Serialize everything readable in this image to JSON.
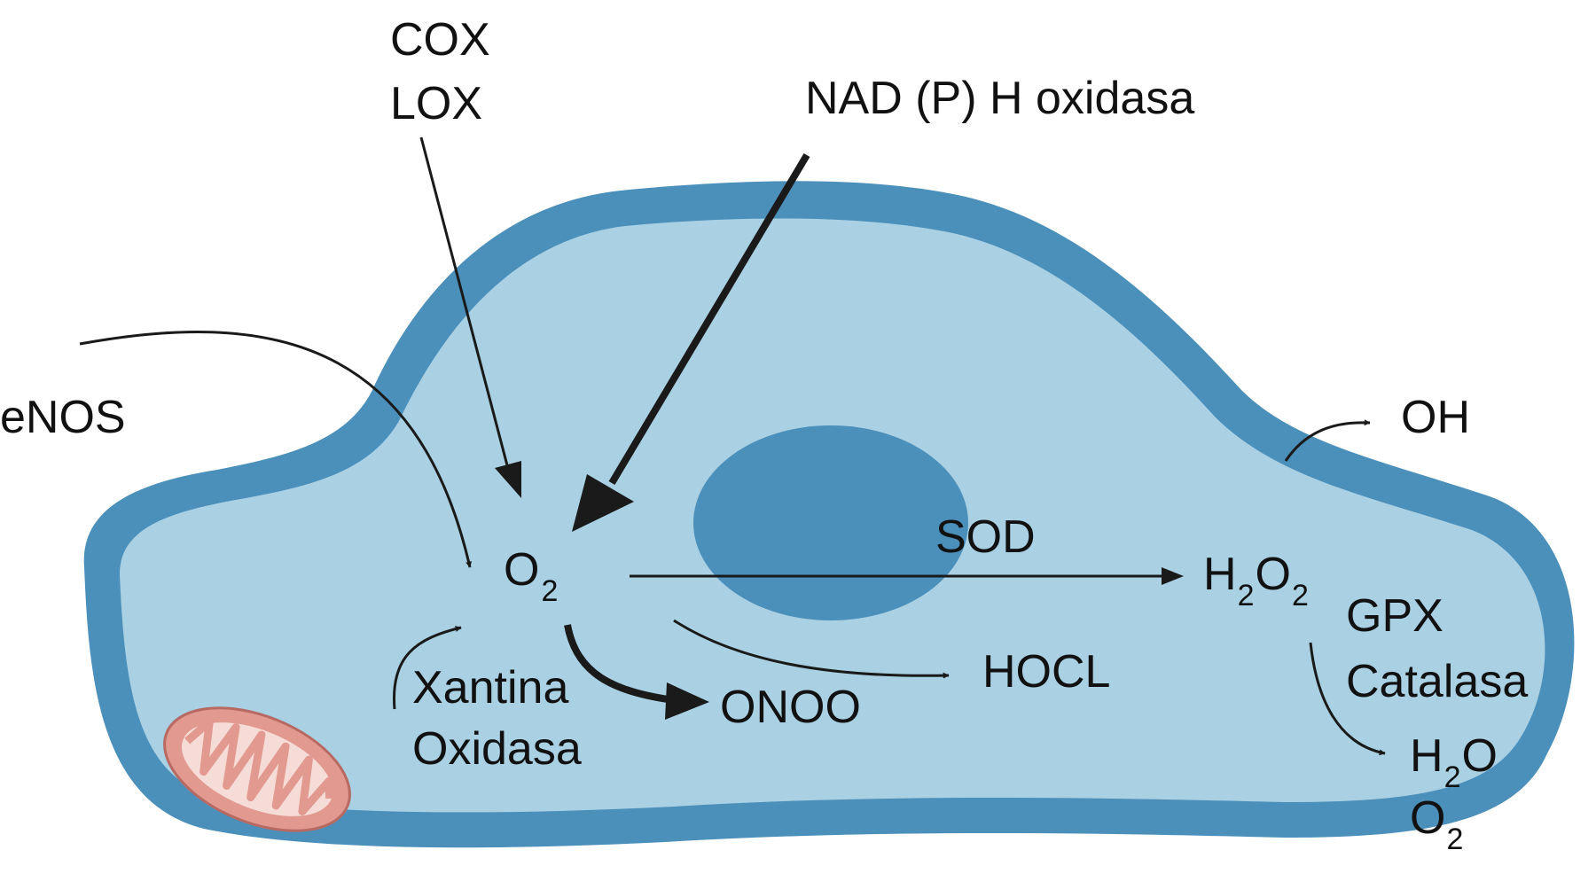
{
  "colors": {
    "membrane": "#4b8fbb",
    "cytoplasm": "#a9d0e3",
    "nucleus": "#4b8fbb",
    "mitochondrion_outer": "#e2998f",
    "mitochondrion_inner": "#f6dcd7",
    "mitochondrion_edge": "#b86a62",
    "arrow": "#1a1a1a",
    "text": "#111111"
  },
  "labels": {
    "cox": "COX",
    "lox": "LOX",
    "nadph": "NAD (P) H oxidasa",
    "enos": "eNOS",
    "oh": "OH",
    "sod": "SOD",
    "o2_main": "O",
    "o2_main_sub": "2",
    "h2o2_h": "H",
    "h2o2_sub1": "2",
    "h2o2_o": "O",
    "h2o2_sub2": "2",
    "gpx": "GPX",
    "catalasa": "Catalasa",
    "xantina": "Xantina",
    "oxidasa": "Oxidasa",
    "onoo": "ONOO",
    "hocl": "HOCL",
    "h2o_h": "H",
    "h2o_sub": "2",
    "h2o_o": "O",
    "o2_out": "O",
    "o2_out_sub": "2"
  }
}
